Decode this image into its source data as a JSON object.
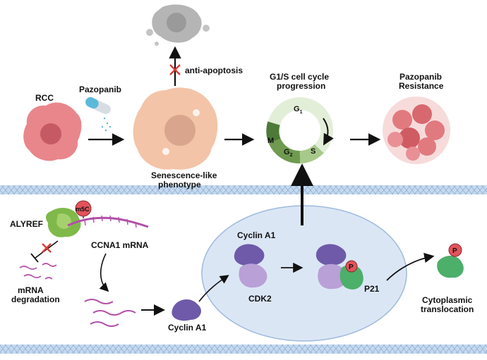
{
  "labels": {
    "rcc": "RCC",
    "pazopanib": "Pazopanib",
    "anti_apoptosis": "anti-apoptosis",
    "senescence_line1": "Senescence-like",
    "senescence_line2": "phenotype",
    "cell_cycle_line1": "G1/S cell cycle",
    "cell_cycle_line2": "progression",
    "resistance_line1": "Pazopanib",
    "resistance_line2": "Resistance",
    "alyref": "ALYREF",
    "m5c": "m5C",
    "ccna1_mrna": "CCNA1 mRNA",
    "mrna_deg_line1": "mRNA",
    "mrna_deg_line2": "degradation",
    "cyclin_a1_bottom": "Cyclin A1",
    "cyclin_a1_nucleus": "Cyclin A1",
    "cdk2": "CDK2",
    "p21": "P21",
    "phospho_nucleus": "P",
    "phospho_cyto": "P",
    "cyto_line1": "Cytoplasmic",
    "cyto_line2": "translocation"
  },
  "cell_cycle": {
    "g1": "G",
    "g1_sub": "1",
    "s": "S",
    "g2": "G",
    "g2_sub": "2",
    "m": "M"
  },
  "colors": {
    "rcc_cell": "#e8868b",
    "senescent_cell": "#f3c4a8",
    "dead_cell": "#b5b5b5",
    "membrane": "#b8cfe8",
    "nucleus": "#dbe6f5",
    "cyclin_a1": "#6e5aa8",
    "cdk2": "#b9a0d6",
    "p21": "#4caf6a",
    "alyref": "#7fb94a",
    "mrna": "#b24fa8",
    "phospho": "#e2535b",
    "cycle_ring_light": "#e3eed8",
    "cycle_ring_dark": "#6f9a4f"
  }
}
